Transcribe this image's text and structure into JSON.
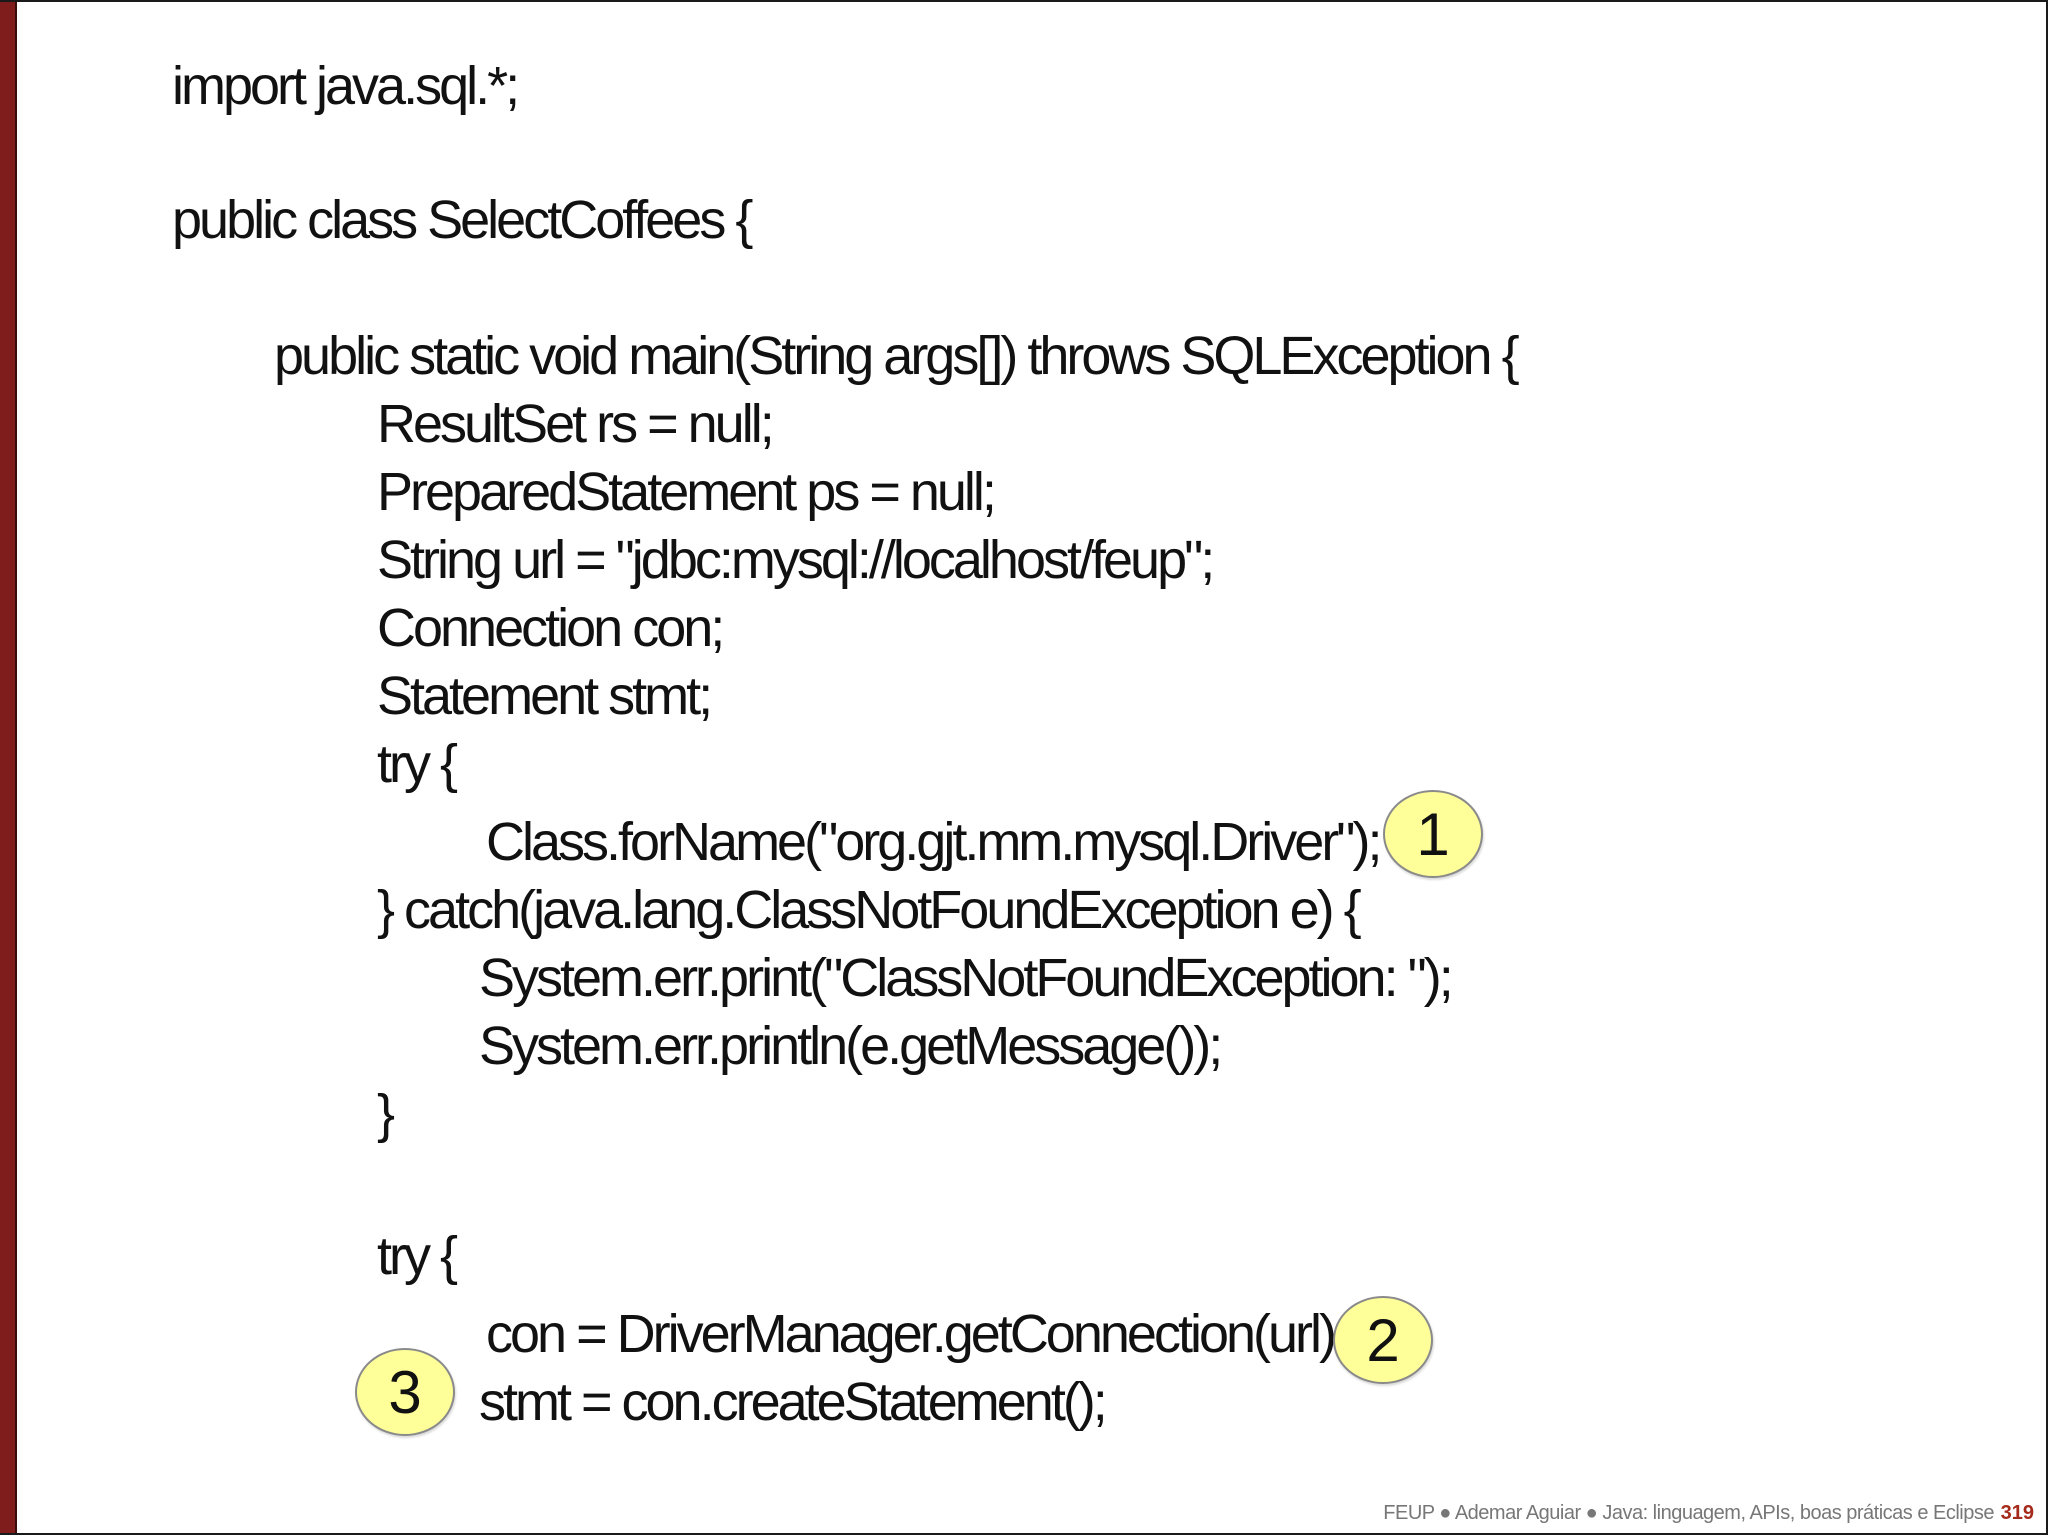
{
  "code": {
    "lines": [
      "import java.sql.*;",
      "public class SelectCoffees {",
      "public static void main(String args[]) throws SQLException {",
      "ResultSet rs = null;",
      "PreparedStatement ps = null;",
      "String url = \"jdbc:mysql://localhost/feup\";",
      "Connection con;",
      "Statement stmt;",
      "try {",
      "Class.forName(\"org.gjt.mm.mysql.Driver\");",
      "} catch(java.lang.ClassNotFoundException e) {",
      "System.err.print(\"ClassNotFoundException: \");",
      "System.err.println(e.getMessage());",
      "}",
      "try {",
      "con = DriverManager.getConnection(url);",
      "stmt = con.createStatement();"
    ]
  },
  "callouts": [
    "1",
    "2",
    "3"
  ],
  "footer": {
    "text": "FEUP ● Ademar Aguiar ● Java: linguagem, APIs, boas práticas e Eclipse",
    "page": "319"
  },
  "colors": {
    "accent_bar": "#7f1d1d",
    "callout_fill": "#ffff99",
    "page_number": "#a52a1a"
  }
}
